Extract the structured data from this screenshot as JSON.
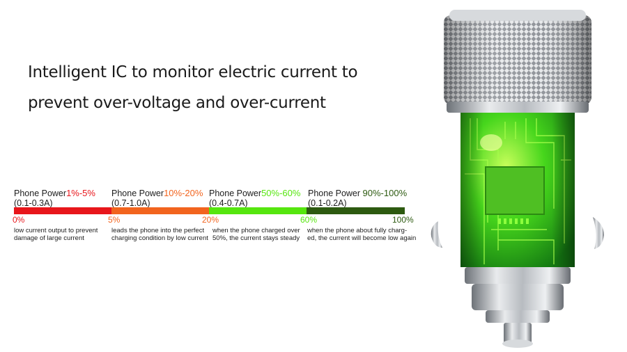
{
  "headline": {
    "line1": "Intelligent IC to monitor electric current to",
    "line2": "prevent over-voltage and over-current"
  },
  "segments": [
    {
      "prefix": "Phone Power",
      "range": "1%-5%",
      "current": "(0.1-0.3A)",
      "color": "#e8161b",
      "desc1": "low current output to prevent",
      "desc2": "damage of large current"
    },
    {
      "prefix": "Phone Power",
      "range": "10%-20%",
      "current": "(0.7-1.0A)",
      "color": "#f2641e",
      "desc1": "leads the phone into the perfect",
      "desc2": "charging condition by low current"
    },
    {
      "prefix": "Phone Power",
      "range": "50%-60%",
      "current": "(0.4-0.7A)",
      "color": "#56e60e",
      "desc1": "when the phone charged over",
      "desc2": "50%, the current stays steady"
    },
    {
      "prefix": "Phone Power ",
      "range": "90%-100%",
      "current": "(0.1-0.2A)",
      "color": "#2d5a10",
      "desc1": "when the phone about fully charg-",
      "desc2": "ed, the current will become low again"
    }
  ],
  "ticks": [
    {
      "label": "0%",
      "color": "#e8161b"
    },
    {
      "label": "5%",
      "color": "#f2641e"
    },
    {
      "label": "20%",
      "color": "#f2641e"
    },
    {
      "label": "60%",
      "color": "#56e60e"
    },
    {
      "label": "100%",
      "color": "#2d5a10"
    }
  ],
  "colors": {
    "metal": "#c9ccd0",
    "pcb_glow": "#3fd21a"
  },
  "product_icon": "car-charger-image"
}
